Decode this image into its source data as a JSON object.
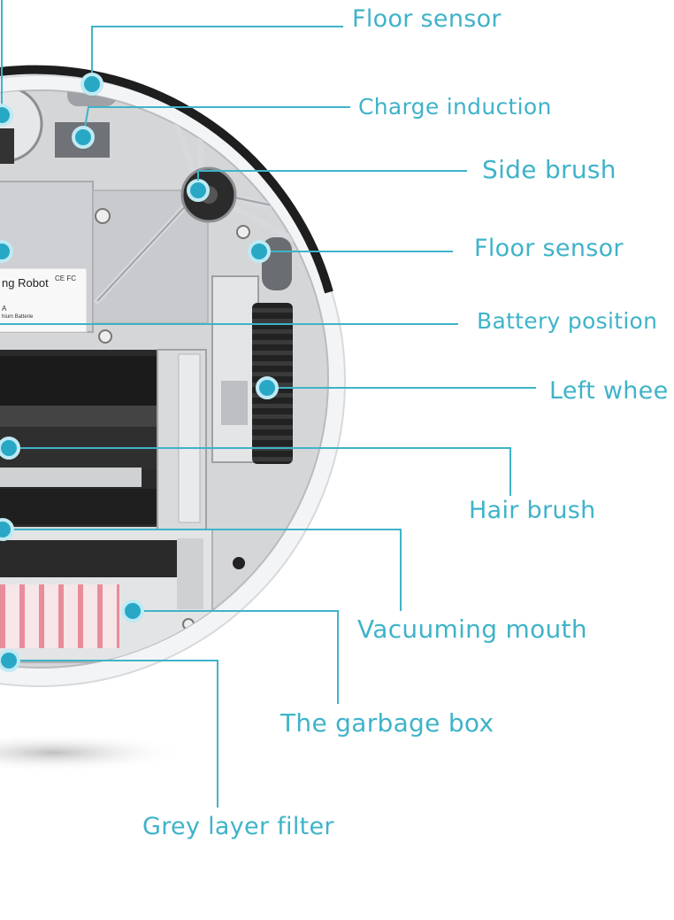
{
  "diagram": {
    "accent_color": "#3fb3c9",
    "sticker": {
      "title": "ng Robot",
      "marks": "CE FC",
      "line1": "A",
      "line2": "hium Batterie"
    },
    "callouts": [
      {
        "id": "floor-sensor-top",
        "label": "Floor sensor"
      },
      {
        "id": "charge-induction",
        "label": "Charge induction"
      },
      {
        "id": "side-brush",
        "label": "Side brush"
      },
      {
        "id": "floor-sensor-side",
        "label": "Floor sensor"
      },
      {
        "id": "battery-position",
        "label": "Battery position"
      },
      {
        "id": "left-wheel",
        "label": "Left whee"
      },
      {
        "id": "hair-brush",
        "label": "Hair brush"
      },
      {
        "id": "vacuuming-mouth",
        "label": "Vacuuming mouth"
      },
      {
        "id": "garbage-box",
        "label": "The garbage box"
      },
      {
        "id": "grey-layer-filter",
        "label": "Grey layer filter"
      }
    ]
  }
}
